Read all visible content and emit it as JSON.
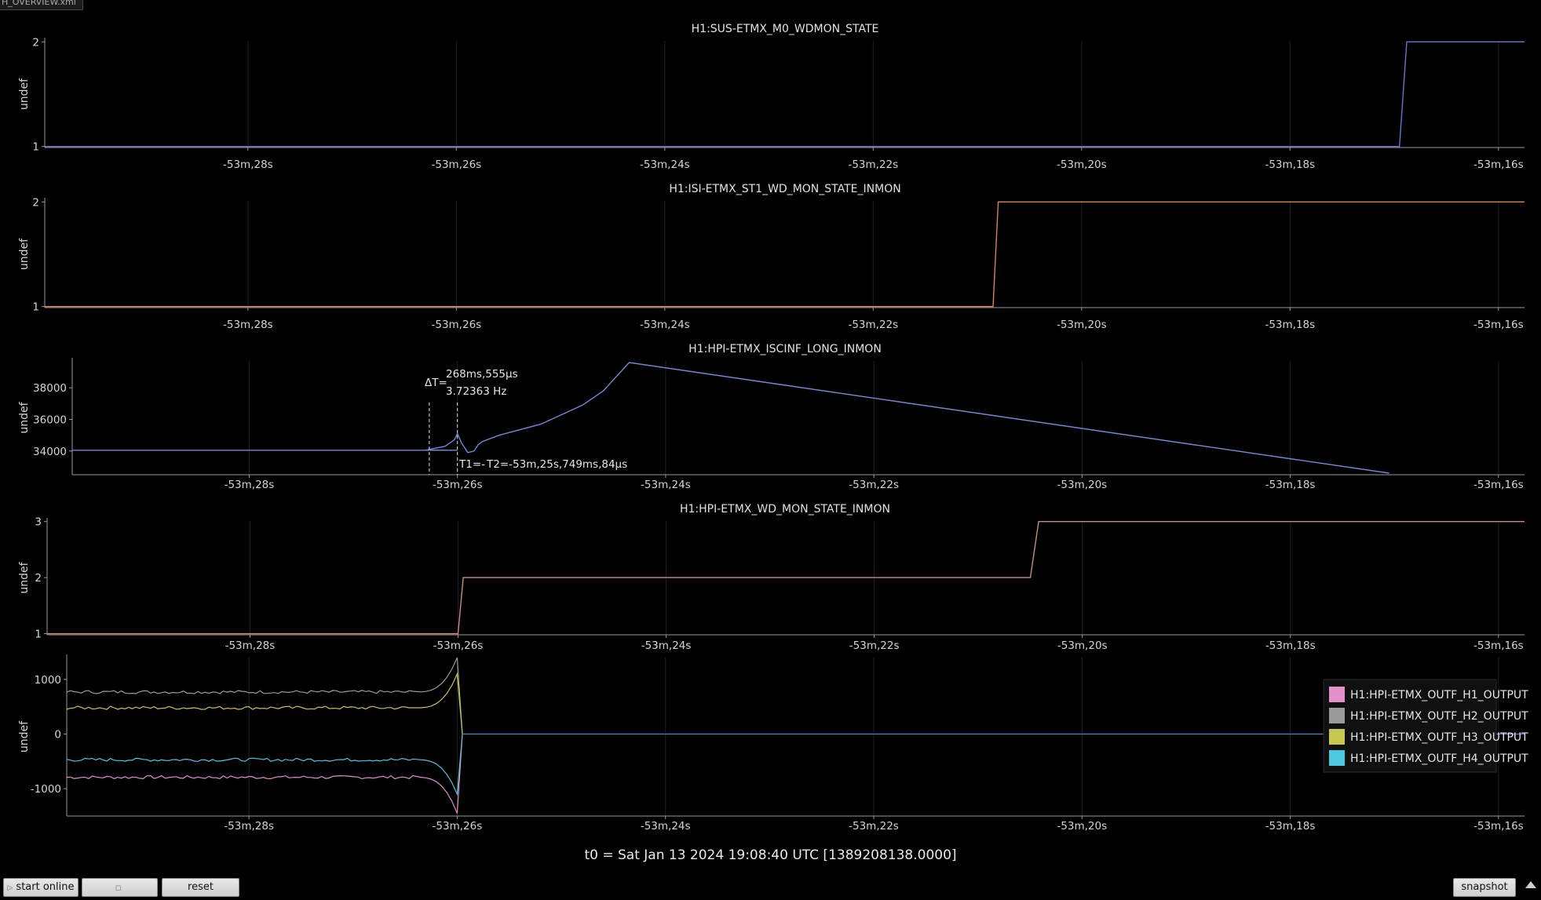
{
  "window": {
    "tab_label": "H_OVERVIEW.xml"
  },
  "time_ticks": [
    "-53m,28s",
    "-53m,26s",
    "-53m,24s",
    "-53m,22s",
    "-53m,20s",
    "-53m,18s",
    "-53m,16s"
  ],
  "y_unit_label": "undef",
  "t0_label": "t0 = Sat Jan 13 2024 19:08:40 UTC [1389208138.0000]",
  "colors": {
    "background": "#000000",
    "grid": "#1b2226",
    "axis": "#9a9a9a",
    "suswd": "#6b74c8",
    "isiwd": "#d98360",
    "iscinf": "#7c84d6",
    "hpiwd": "#c88a8a",
    "h1": "#e38fc8",
    "h2": "#9a9a9a",
    "h3": "#c8c84e",
    "h4": "#4ec8de"
  },
  "controls": {
    "start_online": "start online",
    "middle_button": "",
    "reset": "reset",
    "snapshot": "snapshot"
  },
  "chart_data": [
    {
      "type": "line",
      "title": "H1:SUS-ETMX_M0_WDMON_STATE",
      "ylabel": "undef",
      "x_unit": "seconds relative to t0 (tick labels -53m,Ns)",
      "xlim": [
        -3209.95,
        -3195.75
      ],
      "ylim": [
        0.99,
        2.01
      ],
      "yticks": [
        1,
        2
      ],
      "series": [
        {
          "color_key": "suswd",
          "x": [
            -3209.95,
            -3196.95,
            -3196.88,
            -3195.75
          ],
          "y": [
            1,
            1,
            2,
            2
          ]
        }
      ]
    },
    {
      "type": "line",
      "title": "H1:ISI-ETMX_ST1_WD_MON_STATE_INMON",
      "ylabel": "undef",
      "xlim": [
        -3209.95,
        -3195.75
      ],
      "ylim": [
        0.99,
        2.01
      ],
      "yticks": [
        1,
        2
      ],
      "series": [
        {
          "color_key": "isiwd",
          "x": [
            -3209.95,
            -3200.85,
            -3200.8,
            -3195.75
          ],
          "y": [
            1,
            1,
            2,
            2
          ]
        }
      ]
    },
    {
      "type": "line",
      "title": "H1:HPI-ETMX_ISCINF_LONG_INMON",
      "ylabel": "undef",
      "xlim": [
        -3209.7,
        -3195.75
      ],
      "ylim": [
        32500,
        39700
      ],
      "yticks": [
        34000,
        36000,
        38000
      ],
      "series": [
        {
          "color_key": "iscinf",
          "x": [
            -3209.7,
            -3206.0,
            -3206.3,
            -3206.12,
            -3206.03,
            -3206.0,
            -3205.96,
            -3205.9,
            -3205.84,
            -3205.8,
            -3205.76,
            -3205.6,
            -3205.2,
            -3204.8,
            -3204.6,
            -3204.35,
            -3197.05
          ],
          "y": [
            34050,
            34050,
            34060,
            34300,
            34700,
            35100,
            34500,
            33900,
            34000,
            34400,
            34600,
            35000,
            35700,
            36900,
            37800,
            39600,
            32600
          ]
        }
      ],
      "cursors": {
        "t1_x": -3206.27,
        "t2_x": -3206.0,
        "delta_prefix": "ΔT=",
        "delta_value": "268ms,555µs",
        "frequency": "3.72363 Hz",
        "t1_label": "T1=-",
        "t2_label": "T2=-53m,25s,749ms,84µs"
      }
    },
    {
      "type": "line",
      "title": "H1:HPI-ETMX_WD_MON_STATE_INMON",
      "ylabel": "undef",
      "xlim": [
        -3209.95,
        -3195.75
      ],
      "ylim": [
        0.98,
        3.01
      ],
      "yticks": [
        1,
        2,
        3
      ],
      "series": [
        {
          "color_key": "hpiwd",
          "x": [
            -3209.95,
            -3206.0,
            -3205.95,
            -3200.5,
            -3200.42,
            -3195.75
          ],
          "y": [
            1,
            1,
            2,
            2,
            3,
            3
          ]
        }
      ]
    },
    {
      "type": "line",
      "title": "",
      "ylabel": "undef",
      "xlim": [
        -3209.75,
        -3195.75
      ],
      "ylim": [
        -1500,
        1400
      ],
      "yticks": [
        -1000,
        0,
        1000
      ],
      "legend": "right",
      "series": [
        {
          "name": "H1:HPI-ETMX_OUTF_H1_OUTPUT",
          "color_key": "h1",
          "base": -790,
          "spike": -1450,
          "x_spike": -3206.0,
          "x_end": -3205.95
        },
        {
          "name": "H1:HPI-ETMX_OUTF_H2_OUTPUT",
          "color_key": "h2",
          "base": 770,
          "spike": 1400,
          "x_spike": -3206.0,
          "x_end": -3205.95
        },
        {
          "name": "H1:HPI-ETMX_OUTF_H3_OUTPUT",
          "color_key": "h3",
          "base": 480,
          "spike": 1100,
          "x_spike": -3206.0,
          "x_end": -3205.95
        },
        {
          "name": "H1:HPI-ETMX_OUTF_H4_OUTPUT",
          "color_key": "h4",
          "base": -470,
          "spike": -1100,
          "x_spike": -3206.0,
          "x_end": -3205.95
        }
      ],
      "tail_color_key": "suswd"
    }
  ]
}
